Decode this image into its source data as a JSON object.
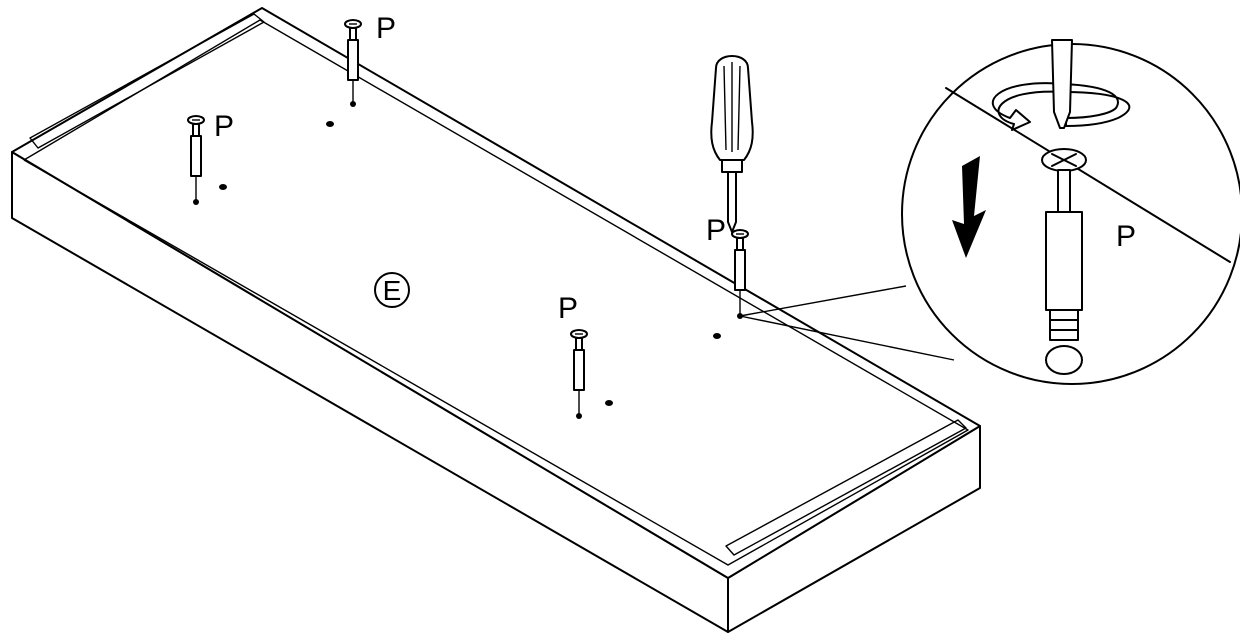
{
  "labels": {
    "panel_label": "E",
    "part_label_1": "P",
    "part_label_2": "P",
    "part_label_3": "P",
    "part_label_4": "P",
    "part_label_detail": "P"
  }
}
